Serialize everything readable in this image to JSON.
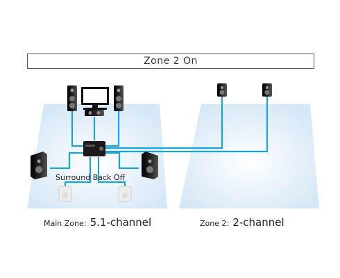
{
  "banner": {
    "title": "Zone 2 On"
  },
  "main_zone": {
    "prefix": "Main Zone:",
    "config": "5.1-channel"
  },
  "zone2": {
    "prefix": "Zone 2:",
    "config": "2-channel"
  },
  "surround_back_label": "Surround Back Off",
  "colors": {
    "cable": "#19a6d6",
    "floor": "#e3f0fa",
    "speaker": "#1a1a1a"
  }
}
